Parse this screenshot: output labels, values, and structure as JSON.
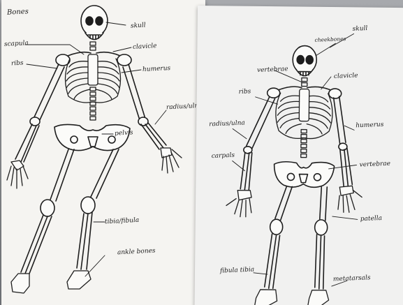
{
  "left_sheet": {
    "heading": "Bones",
    "labels": {
      "skull": "skull",
      "scapula": "scapula",
      "ribs": "ribs",
      "clavicle": "clavicle",
      "humerus": "humerus",
      "radius_ulna": "radius/ulna",
      "pelvis": "pelvis",
      "tibia_fibula": "tibia/fibula",
      "ankle_bones": "ankle bones"
    }
  },
  "right_sheet": {
    "labels": {
      "skull": "skull",
      "cheekbones": "cheekbones",
      "vertebrae": "vertebrae",
      "clavicle": "clavicle",
      "ribs": "ribs",
      "radius_ulna": "radius/ulna",
      "humerus": "humerus",
      "vertebrae_lower": "vertebrae",
      "patella": "patella",
      "carpals": "carpals",
      "fibula_tibia": "fibula tibia",
      "metatarsals": "metatarsals"
    }
  },
  "colors": {
    "paper": "#f5f4f1",
    "ink": "#1e1e1e",
    "desk": "#8f9296"
  }
}
